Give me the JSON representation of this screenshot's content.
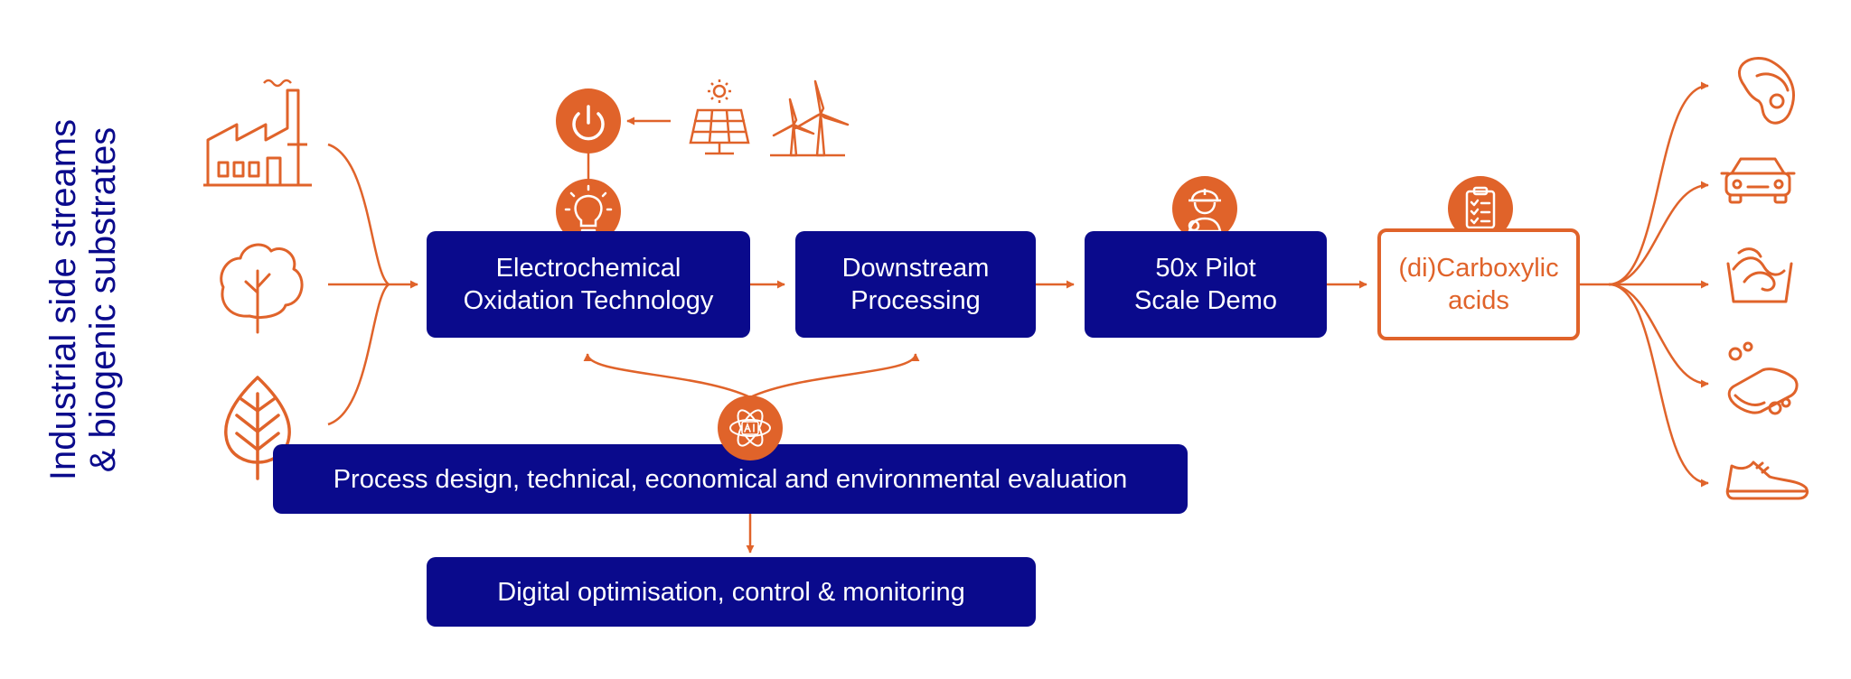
{
  "side_label": {
    "line1": "Industrial side streams",
    "line2": "& biogenic substrates"
  },
  "inputs": [
    {
      "icon": "factory-icon"
    },
    {
      "icon": "tree-icon"
    },
    {
      "icon": "leaf-icon"
    }
  ],
  "energy": {
    "icons": [
      "power-icon",
      "solar-panel-icon",
      "wind-turbine-icon"
    ]
  },
  "steps": [
    {
      "line1": "Electrochemical",
      "line2": "Oxidation Technology",
      "icon": "lightbulb-icon"
    },
    {
      "line1": "Downstream",
      "line2": "Processing"
    },
    {
      "line1": "50x Pilot",
      "line2": "Scale Demo",
      "icon": "engineer-icon"
    },
    {
      "line1": "(di)Carboxylic",
      "line2": "acids",
      "icon": "clipboard-checklist-icon"
    }
  ],
  "evaluation": {
    "label": "Process design, technical, economical and environmental evaluation",
    "icon": "ai-atom-icon"
  },
  "digital": {
    "label": "Digital optimisation, control & monitoring"
  },
  "outputs": [
    {
      "icon": "cosmetics-face-icon"
    },
    {
      "icon": "car-icon"
    },
    {
      "icon": "washing-hands-icon"
    },
    {
      "icon": "soap-bar-icon"
    },
    {
      "icon": "sneaker-icon"
    }
  ],
  "colors": {
    "orange": "#e0632a",
    "navy": "#0a0a8c",
    "background": "#ffffff"
  }
}
